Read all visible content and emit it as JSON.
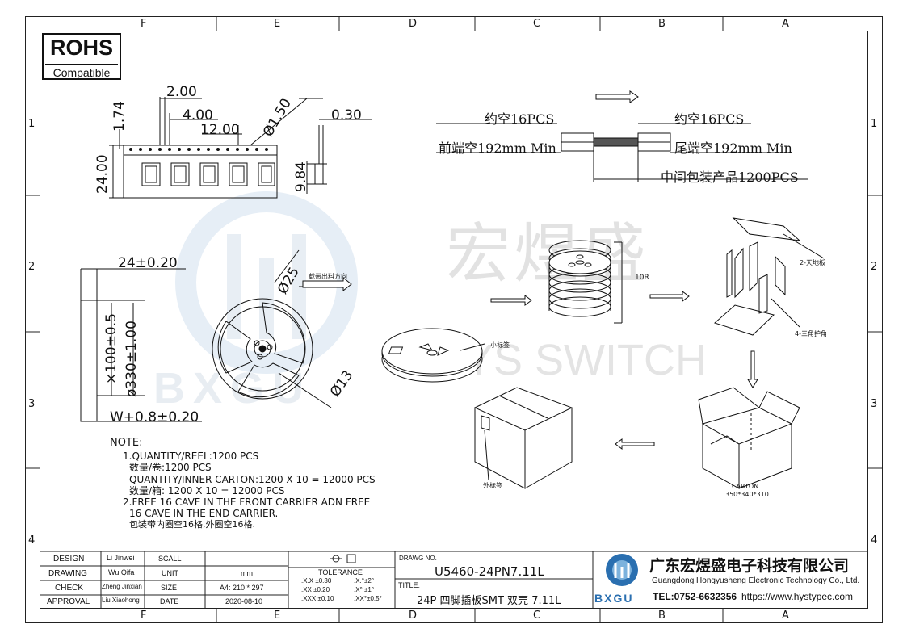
{
  "zones": {
    "columns": [
      "F",
      "E",
      "D",
      "C",
      "B",
      "A"
    ],
    "rows": [
      "1",
      "2",
      "3",
      "4"
    ]
  },
  "rohs": {
    "title": "ROHS",
    "subtitle": "Compatible"
  },
  "tape_dims": {
    "pitch_small": "2.00",
    "pitch_hole": "4.00",
    "pitch_part": "12.00",
    "hole_dia": "Ø1.50",
    "edge": "1.74",
    "width": "24.00",
    "thickness": "0.30",
    "depth": "9.84"
  },
  "leader_trailer": {
    "left_top": "约空16PCS",
    "left_bottom": "前端空192mm Min",
    "right_top": "约空16PCS",
    "right_bottom": "尾端空192mm Min",
    "middle": "中间包装产品1200PCS"
  },
  "reel_dims": {
    "width": "24±0.20",
    "hub_dia": "×100±0.5",
    "reel_dia": "ø330±1.00",
    "outer_w": "W+0.8±0.20",
    "d25": "Ø25",
    "d13": "Ø13",
    "direction": "载带出料方向"
  },
  "packing": {
    "stack_label": "10R",
    "plate_label": "2-天地板",
    "corner_label": "4-三角护角",
    "small_label": "小标签",
    "outer_label": "外标签",
    "carton_title": "CARTON",
    "carton_size": "350*340*310"
  },
  "watermark": {
    "cn": "宏煜盛",
    "en": "YS SWITCH",
    "logo": "BXGU"
  },
  "notes": [
    "NOTE:",
    "1.QUANTITY/REEL:1200  PCS",
    "数量/卷:1200  PCS",
    "QUANTITY/INNER  CARTON:1200  X  10  =  12000  PCS",
    "数量/箱:  1200  X  10  =  12000    PCS",
    "2.FREE  16  CAVE  IN  THE  FRONT  CARRIER    ADN  FREE",
    "16  CAVE  IN  THE  END  CARRIER.",
    "包装带内圈空16格,外圈空16格."
  ],
  "title_block": {
    "design_label": "DESIGN",
    "design_name": "Li Jinwei",
    "scall_label": "SCALL",
    "drawing_label": "DRAWING",
    "drawing_name": "Wu Qifa",
    "unit_label": "UNIT",
    "unit_value": "mm",
    "check_label": "CHECK",
    "check_name": "Zheng Jinxian",
    "size_label": "SIZE",
    "size_value": "A4: 210 * 297",
    "approval_label": "APPROVAL",
    "approval_name": "Liu Xiaohong",
    "date_label": "DATE",
    "date_value": "2020-08-10",
    "tolerance_label": "TOLERANCE",
    "tol": [
      ".X.X  ±0.30",
      ".X.°±2°",
      ".XX  ±0.20",
      ".X° ±1°",
      ".XXX  ±0.10",
      ".XX°±0.5°"
    ],
    "drawing_no_label": "DRAWG NO.",
    "drawing_no": "U5460-24PN7.11L",
    "title_label": "TITLE:",
    "title": "24P 四脚插板SMT 双壳 7.11L",
    "company_cn": "广东宏煜盛电子科技有限公司",
    "company_en": "Guangdong Hongyusheng Electronic Technology Co., Ltd.",
    "tel": "TEL:0752-6632356",
    "url": "https://www.hystypec.com",
    "logo_text": "BXGU"
  }
}
